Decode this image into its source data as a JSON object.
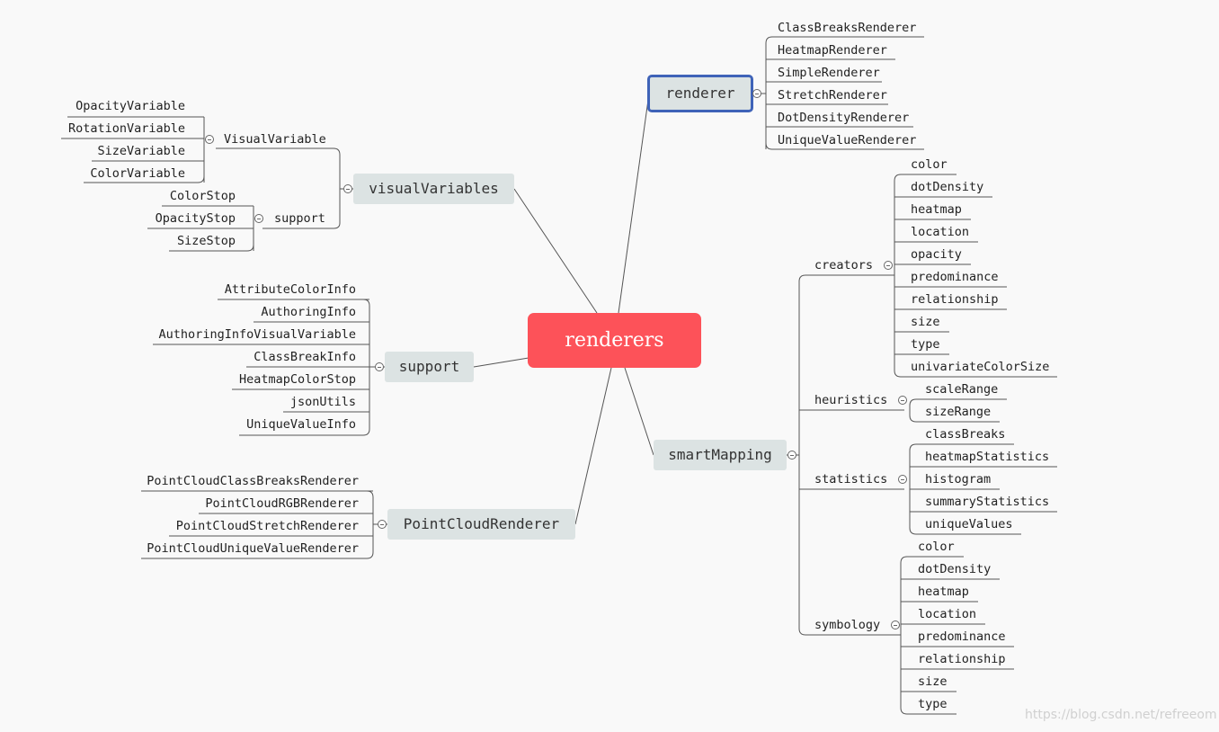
{
  "root": "renderers",
  "renderer": {
    "title": "renderer",
    "children": [
      "ClassBreaksRenderer",
      "HeatmapRenderer",
      "SimpleRenderer",
      "StretchRenderer",
      "DotDensityRenderer",
      "UniqueValueRenderer"
    ]
  },
  "visualVariables": {
    "title": "visualVariables",
    "groups": [
      {
        "label": "VisualVariable",
        "children": [
          "OpacityVariable",
          "RotationVariable",
          "SizeVariable",
          "ColorVariable"
        ]
      },
      {
        "label": "support",
        "children": [
          "ColorStop",
          "OpacityStop",
          "SizeStop"
        ]
      }
    ]
  },
  "support": {
    "title": "support",
    "children": [
      "AttributeColorInfo",
      "AuthoringInfo",
      "AuthoringInfoVisualVariable",
      "ClassBreakInfo",
      "HeatmapColorStop",
      "jsonUtils",
      "UniqueValueInfo"
    ]
  },
  "pointCloud": {
    "title": "PointCloudRenderer",
    "children": [
      "PointCloudClassBreaksRenderer",
      "PointCloudRGBRenderer",
      "PointCloudStretchRenderer",
      "PointCloudUniqueValueRenderer"
    ]
  },
  "smartMapping": {
    "title": "smartMapping",
    "groups": [
      {
        "label": "creators",
        "children": [
          "color",
          "dotDensity",
          "heatmap",
          "location",
          "opacity",
          "predominance",
          "relationship",
          "size",
          "type",
          "univariateColorSize"
        ]
      },
      {
        "label": "heuristics",
        "children": [
          "scaleRange",
          "sizeRange"
        ]
      },
      {
        "label": "statistics",
        "children": [
          "classBreaks",
          "heatmapStatistics",
          "histogram",
          "summaryStatistics",
          "uniqueValues"
        ]
      },
      {
        "label": "symbology",
        "children": [
          "color",
          "dotDensity",
          "heatmap",
          "location",
          "predominance",
          "relationship",
          "size",
          "type"
        ]
      }
    ]
  },
  "watermark": "https://blog.csdn.net/refreeom"
}
